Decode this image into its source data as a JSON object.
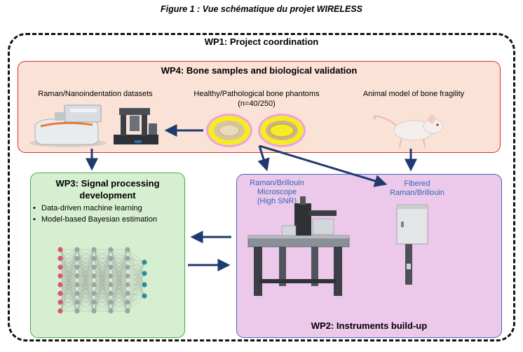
{
  "figure_title": "Figure 1 : Vue schématique du projet WIRELESS",
  "wp1": {
    "title": "WP1: Project coordination"
  },
  "wp4": {
    "title": "WP4: Bone samples and biological validation",
    "datasets_label": "Raman/Nanoindentation datasets",
    "phantoms_label": "Healthy/Pathological bone phantoms",
    "phantoms_count": "(n=40/250)",
    "animal_label": "Animal model of bone fragility"
  },
  "wp3": {
    "title_line1": "WP3: Signal processing",
    "title_line2": "development",
    "bullets": [
      "Data-driven machine learning",
      "Model-based Bayesian estimation"
    ]
  },
  "wp2": {
    "title": "WP2: Instruments build-up",
    "microscope_line1": "Raman/Brillouin",
    "microscope_line2": "Microscope",
    "microscope_line3": "(High SNR)",
    "fibered_line1": "Fibered",
    "fibered_line2": "Raman/Brillouin"
  },
  "colors": {
    "wp4_fill": "#fbe2d6",
    "wp4_border": "#d6312c",
    "wp3_fill": "#d6efd0",
    "wp3_border": "#46a84a",
    "wp2_fill": "#ecc8ea",
    "wp2_border": "#3f6bb8",
    "arrow": "#1f3a6e"
  }
}
